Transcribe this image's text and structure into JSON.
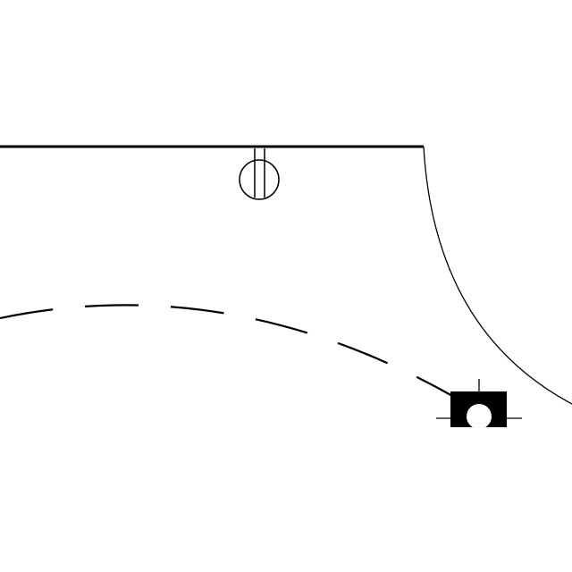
{
  "drawing": {
    "type": "architectural floor plan fragment",
    "visible_text": [],
    "colors": {
      "background": "#ffffff",
      "line": "#000000"
    },
    "symbols": [
      "wall-line",
      "door-swing-arc",
      "wall-mounted-fixture-icon",
      "dashed-path-arc",
      "corner-fixture-icon"
    ]
  }
}
